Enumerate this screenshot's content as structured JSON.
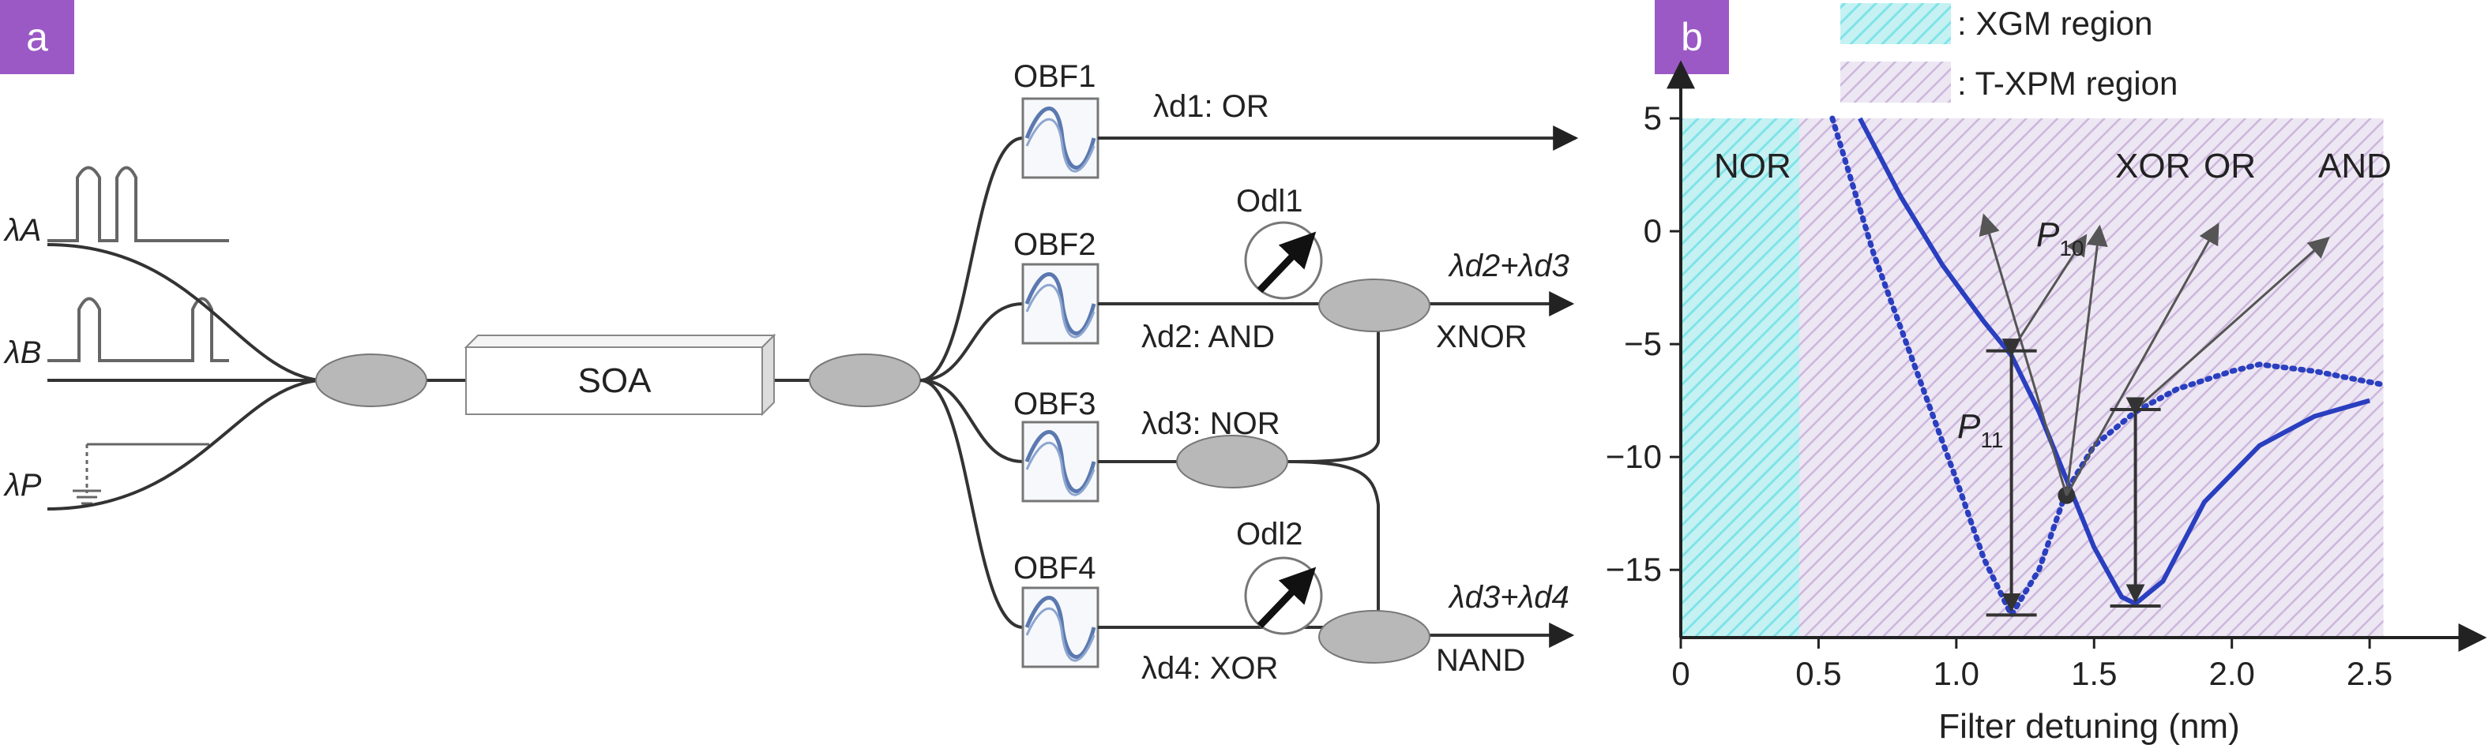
{
  "panel_a": {
    "badge": "a",
    "inputs": [
      "λA",
      "λB",
      "λP"
    ],
    "soa": "SOA",
    "filters": [
      "OBF1",
      "OBF2",
      "OBF3",
      "OBF4"
    ],
    "delays": [
      "Odl1",
      "Odl2"
    ],
    "outputs": {
      "or": "λd1: OR",
      "and": "λd2: AND",
      "nor": "λd3: NOR",
      "xor": "λd4: XOR",
      "sum1": "λd2+λd3",
      "sum2": "λd3+λd4",
      "xnor": "XNOR",
      "nand": "NAND"
    }
  },
  "panel_b": {
    "badge": "b",
    "legend": [
      ": XGM region",
      ": T-XPM region"
    ],
    "region_labels": [
      "NOR",
      "XOR",
      "OR",
      "AND"
    ],
    "curve_labels": [
      "P10",
      "P11"
    ],
    "colors": {
      "curve": "#2a3fbf",
      "xgm": "#7fe3e8",
      "txpm": "#cbb7dc"
    }
  },
  "chart_data": {
    "type": "line",
    "xlabel": "Filter detuning (nm)",
    "ylabel": "",
    "xlim": [
      0,
      2.6
    ],
    "ylim": [
      -18,
      5
    ],
    "xticks": [
      "0",
      "0.5",
      "1.0",
      "1.5",
      "2.0",
      "2.5"
    ],
    "yticks": [
      "5",
      "0",
      "-5",
      "-10",
      "-15"
    ],
    "regions": [
      {
        "name": "XGM region",
        "x": [
          0,
          0.43
        ]
      },
      {
        "name": "T-XPM region",
        "x": [
          0.43,
          2.55
        ]
      }
    ],
    "series": [
      {
        "name": "P10",
        "style": "solid",
        "x": [
          0.65,
          0.8,
          0.95,
          1.1,
          1.2,
          1.3,
          1.4,
          1.5,
          1.6,
          1.65,
          1.75,
          1.9,
          2.1,
          2.3,
          2.5
        ],
        "y": [
          5,
          1.5,
          -1.5,
          -4,
          -5.5,
          -8,
          -11,
          -14,
          -16.2,
          -16.5,
          -15.5,
          -12,
          -9.5,
          -8.2,
          -7.5
        ]
      },
      {
        "name": "P11",
        "style": "dotted",
        "x": [
          0.55,
          0.7,
          0.85,
          1.0,
          1.1,
          1.2,
          1.3,
          1.4,
          1.5,
          1.65,
          1.8,
          2.0,
          2.1,
          2.3,
          2.55
        ],
        "y": [
          5,
          -1,
          -6,
          -11,
          -14.5,
          -17,
          -15,
          -11.5,
          -9.5,
          -8,
          -7,
          -6.2,
          -5.9,
          -6.2,
          -6.8
        ]
      }
    ],
    "markers": [
      {
        "x": 1.4,
        "y": -11.7
      }
    ],
    "double_arrows": [
      {
        "x": 1.2,
        "y1": -5.3,
        "y2": -17.0
      },
      {
        "x": 1.65,
        "y1": -7.9,
        "y2": -16.6
      }
    ]
  }
}
